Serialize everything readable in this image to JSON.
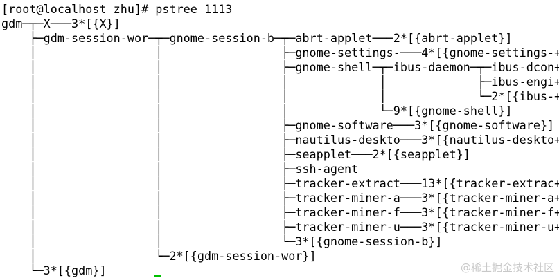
{
  "terminal": {
    "lines": [
      "[root@localhost zhu]# pstree 1113",
      "gdm─┬─X───3*[{X}]",
      "    ├─gdm-session-wor─┬─gnome-session-b─┬─abrt-applet───2*[{abrt-applet}]",
      "    │                 │                 ├─gnome-settings-───4*[{gnome-settings-+",
      "    │                 │                 ├─gnome-shell─┬─ibus-daemon─┬─ibus-dcon+",
      "    │                 │                 │             │             ├─ibus-engi+",
      "    │                 │                 │             │             └─2*[{ibus-+",
      "    │                 │                 │             └─9*[{gnome-shell}]",
      "    │                 │                 ├─gnome-software───3*[{gnome-software}]",
      "    │                 │                 ├─nautilus-deskto───3*[{nautilus-deskto+",
      "    │                 │                 ├─seapplet───2*[{seapplet}]",
      "    │                 │                 ├─ssh-agent",
      "    │                 │                 ├─tracker-extract───13*[{tracker-extrac+",
      "    │                 │                 ├─tracker-miner-a───3*[{tracker-miner-a+",
      "    │                 │                 ├─tracker-miner-f───3*[{tracker-miner-f+",
      "    │                 │                 ├─tracker-miner-u───3*[{tracker-miner-u+",
      "    │                 │                 └─3*[{gnome-session-b}]",
      "    │                 └─2*[{gdm-session-wor}]",
      "    └─3*[{gdm}]"
    ],
    "cursor_color": "#00c000",
    "text_color": "#000000",
    "background_color": "#ffffff"
  },
  "watermark": {
    "text": "@稀土掘金技术社区"
  }
}
